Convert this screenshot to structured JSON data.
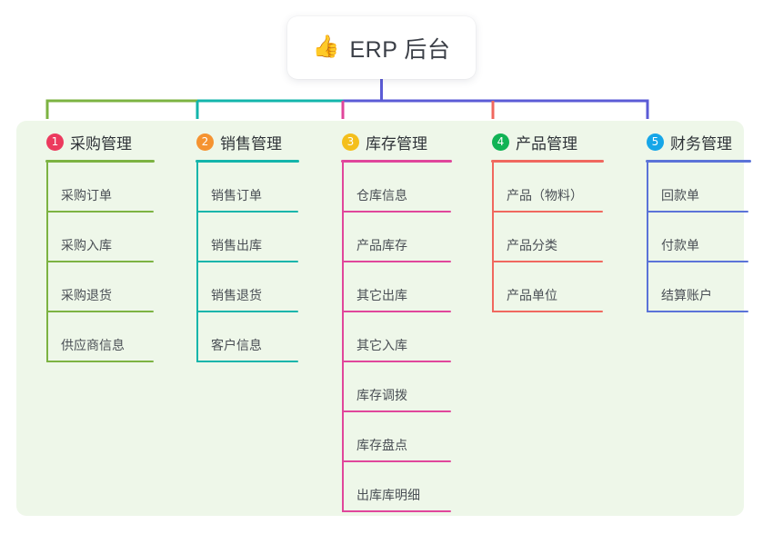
{
  "root": {
    "icon": "thumbs-up-emoji",
    "emoji": "👍",
    "title": "ERP 后台"
  },
  "palette": {
    "panel_bg": "#eef7e9",
    "page_bg": "#ffffff",
    "text": "#3b3f47",
    "bus_green": "#7cb342",
    "bus_teal": "#13b5ab",
    "bus_indigo": "#5b5bd6",
    "drop_pink": "#e0469b",
    "drop_red": "#f0685f"
  },
  "columns": [
    {
      "index": "1",
      "badge_color": "#ec3a5e",
      "line_color": "#7cb342",
      "title": "采购管理",
      "items": [
        "采购订单",
        "采购入库",
        "采购退货",
        "供应商信息"
      ]
    },
    {
      "index": "2",
      "badge_color": "#f59331",
      "line_color": "#13b5ab",
      "title": "销售管理",
      "items": [
        "销售订单",
        "销售出库",
        "销售退货",
        "客户信息"
      ]
    },
    {
      "index": "3",
      "badge_color": "#f4bf1c",
      "line_color": "#e0469b",
      "title": "库存管理",
      "items": [
        "仓库信息",
        "产品库存",
        "其它出库",
        "其它入库",
        "库存调拨",
        "库存盘点",
        "出库库明细"
      ]
    },
    {
      "index": "4",
      "badge_color": "#11b355",
      "line_color": "#f0685f",
      "title": "产品管理",
      "items": [
        "产品（物料）",
        "产品分类",
        "产品单位"
      ]
    },
    {
      "index": "5",
      "badge_color": "#16a6e8",
      "line_color": "#5b73d8",
      "title": "财务管理",
      "items": [
        "回款单",
        "付款单",
        "结算账户"
      ]
    }
  ]
}
